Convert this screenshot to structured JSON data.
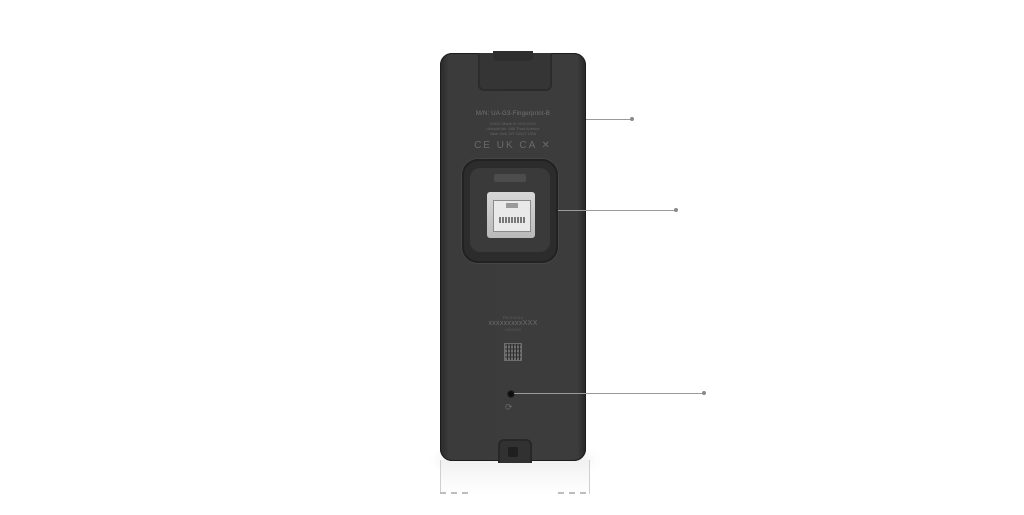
{
  "device": {
    "model_label": "M/N: UA-G3-Fingerprint-B",
    "label_line_1": "5VDC  Made in XXXXXXX",
    "label_line_2": "Ubiquiti Inc. 685 Third Avenue",
    "label_line_3": "New York, NY 10017 USA",
    "cert_marks": "CE UK CA ✕",
    "serial_caption": "PN:XXXXX",
    "serial_number": "xxxxxxxxxXXX",
    "serial_sub": "XXXXXX"
  },
  "icons": {
    "reset": "reset-icon",
    "qr": "qr-code-icon",
    "ethernet": "ethernet-port-icon"
  },
  "colors": {
    "device_body": "#3b3b3b",
    "callout_line": "#9a9a9a",
    "background": "#ffffff"
  }
}
